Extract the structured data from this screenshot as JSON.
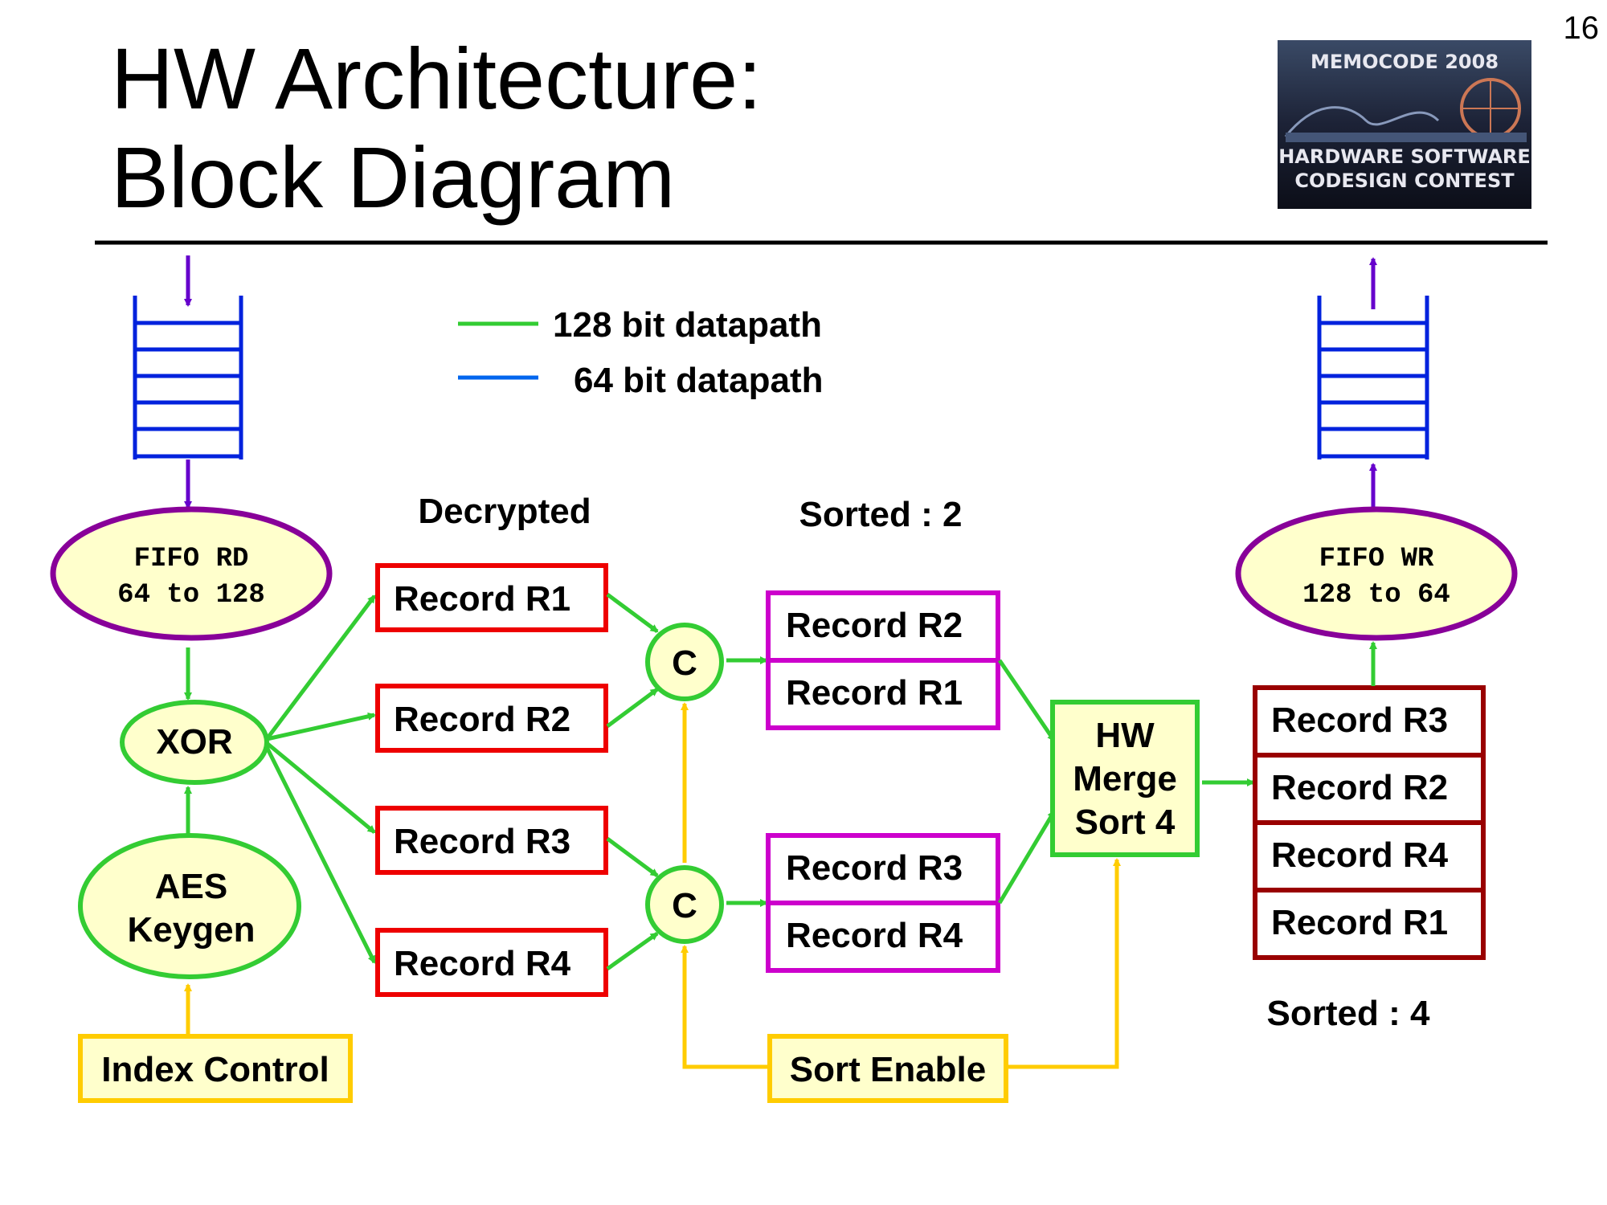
{
  "page_number": "16",
  "title": {
    "line1": "HW Architecture:",
    "line2": "Block Diagram"
  },
  "logo": {
    "top_text": "MEMOCODE 2008",
    "line1": "HARDWARE SOFTWARE",
    "line2": "CODESIGN CONTEST"
  },
  "legend": {
    "green_label": "128 bit datapath",
    "blue_label": "64 bit datapath"
  },
  "colors": {
    "datapath_128": "#33cc33",
    "datapath_64": "#0044ee",
    "control": "#ffcc00",
    "fifo_outline": "#880099",
    "node_fill": "#ffffcc",
    "decrypted_box": "#ee0000",
    "sorted2_box": "#cc00cc",
    "sorted4_box": "#990000"
  },
  "fifo_rd": {
    "line1": "FIFO RD",
    "line2": "64 to 128"
  },
  "fifo_wr": {
    "line1": "FIFO WR",
    "line2": "128 to 64"
  },
  "xor_label": "XOR",
  "aes": {
    "line1": "AES",
    "line2": "Keygen"
  },
  "index_control": "Index Control",
  "decrypted_heading": "Decrypted",
  "decrypted_records": [
    "Record R1",
    "Record R2",
    "Record R3",
    "Record R4"
  ],
  "comparator_label": "C",
  "sorted2_heading": "Sorted : 2",
  "sorted2_group1": [
    "Record R2",
    "Record R1"
  ],
  "sorted2_group2": [
    "Record R3",
    "Record R4"
  ],
  "merge_sort": {
    "line1": "HW",
    "line2": "Merge",
    "line3": "Sort 4"
  },
  "sorted4_records": [
    "Record R3",
    "Record R2",
    "Record R4",
    "Record R1"
  ],
  "sorted4_heading": "Sorted : 4",
  "sort_enable": "Sort Enable"
}
